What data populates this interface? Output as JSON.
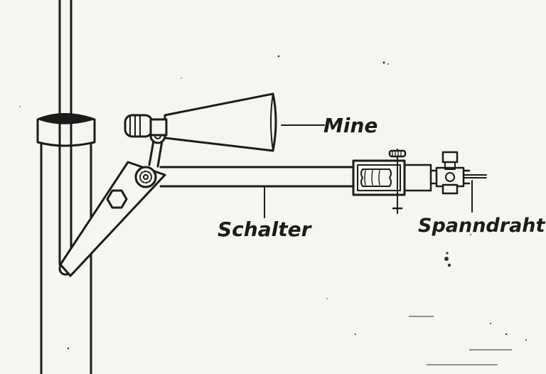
{
  "labels": {
    "mine": "Mine",
    "schalter": "Schalter",
    "spanndraht": "Spanndraht"
  },
  "colors": {
    "paper": "#f6f5f0",
    "ink": "#1b1b1b"
  }
}
